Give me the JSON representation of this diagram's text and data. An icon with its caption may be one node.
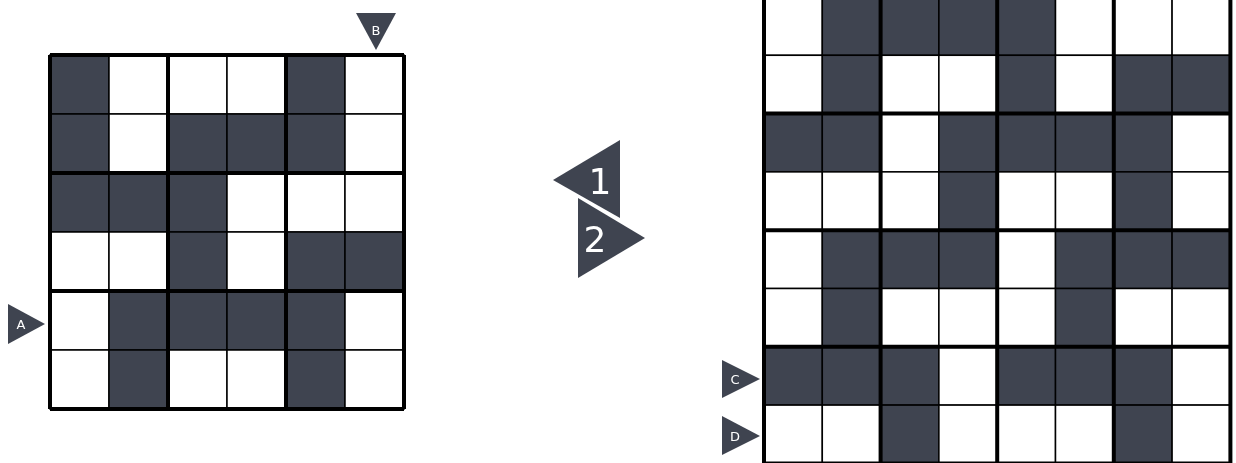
{
  "diagram": {
    "labels": [
      "B",
      "1",
      "2",
      "A",
      "C",
      "D"
    ]
  }
}
